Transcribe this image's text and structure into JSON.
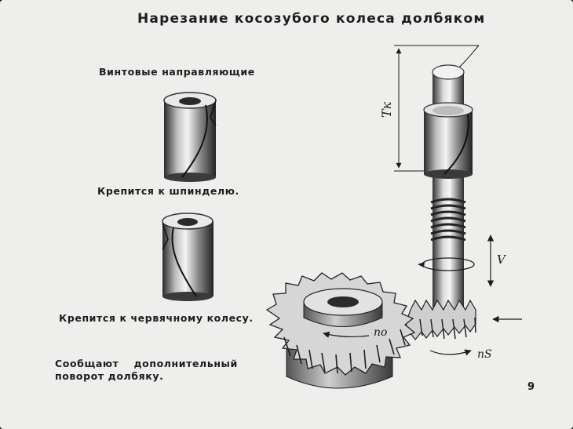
{
  "title": "Нарезание косозубого колеса долбяком",
  "captions": {
    "helical_guides": "Винтовые направляющие",
    "spindle_attached": "Крепится к шпинделю.",
    "worm_wheel_attached": "Крепится к червячному колесу.",
    "extra_rotation_line1": "Сообщают дополнительный",
    "extra_rotation_line2": "поворот долбяку."
  },
  "labels": {
    "pitch": "Tк",
    "velocity": "V",
    "rotation_workpiece": "nо",
    "rotation_shaper": "nS"
  },
  "page_number": "9"
}
